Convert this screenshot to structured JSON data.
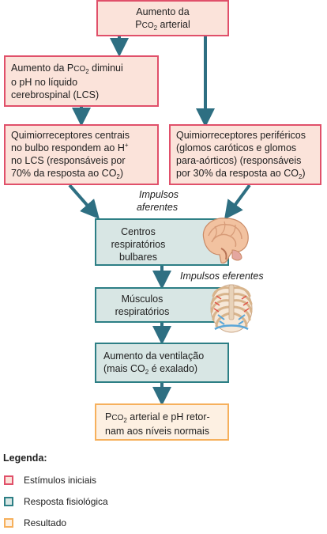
{
  "colors": {
    "initial_border": "#e0506a",
    "initial_fill": "#fbe3da",
    "response_border": "#2d7f85",
    "response_fill": "#d8e6e4",
    "result_border": "#f6b05c",
    "result_fill": "#fdf0e2",
    "arrow": "#2e6f82"
  },
  "boxes": {
    "b1": {
      "l1": "Aumento da",
      "l2_p": "P",
      "l2_co": "CO",
      "l2_sub": "2",
      "l2_rest": " arterial"
    },
    "b2": {
      "l1_pre": "Aumento da ",
      "l1_p": "P",
      "l1_co": "CO",
      "l1_sub": "2",
      "l1_post": " diminui",
      "l2": "o pH no líquido",
      "l3": "cerebrospinal (LCS)"
    },
    "b3": {
      "l1": "Quimiorreceptores centrais",
      "l2_pre": "no bulbo respondem ao H",
      "l2_sup": "+",
      "l3": "no LCS (responsáveis por",
      "l4_pre": "70% da resposta ao CO",
      "l4_sub": "2",
      "l4_post": ")"
    },
    "b4": {
      "l1": "Quimiorreceptores periféricos",
      "l2": "(glomos caróticos e glomos",
      "l3": "para-aórticos) (responsáveis",
      "l4_pre": "por 30% da resposta ao CO",
      "l4_sub": "2",
      "l4_post": ")"
    },
    "b5": {
      "l1": "Centros",
      "l2": "respiratórios",
      "l3": "bulbares"
    },
    "b6": {
      "l1": "Músculos",
      "l2": "respiratórios"
    },
    "b7": {
      "l1": "Aumento da ventilação",
      "l2_pre": "(mais CO",
      "l2_sub": "2",
      "l2_post": " é exalado)"
    },
    "b8": {
      "l1_p": "P",
      "l1_co": "CO",
      "l1_sub": "2",
      "l1_post": " arterial e pH retor-",
      "l2": "nam aos níveis normais"
    }
  },
  "labels": {
    "afferent_l1": "Impulsos",
    "afferent_l2": "aferentes",
    "efferent": "Impulsos eferentes"
  },
  "legend": {
    "title": "Legenda:",
    "items": [
      {
        "label": "Estímulos iniciais"
      },
      {
        "label": "Resposta fisiológica"
      },
      {
        "label": "Resultado"
      }
    ]
  },
  "icons": [
    "brain-illustration",
    "ribcage-illustration"
  ]
}
